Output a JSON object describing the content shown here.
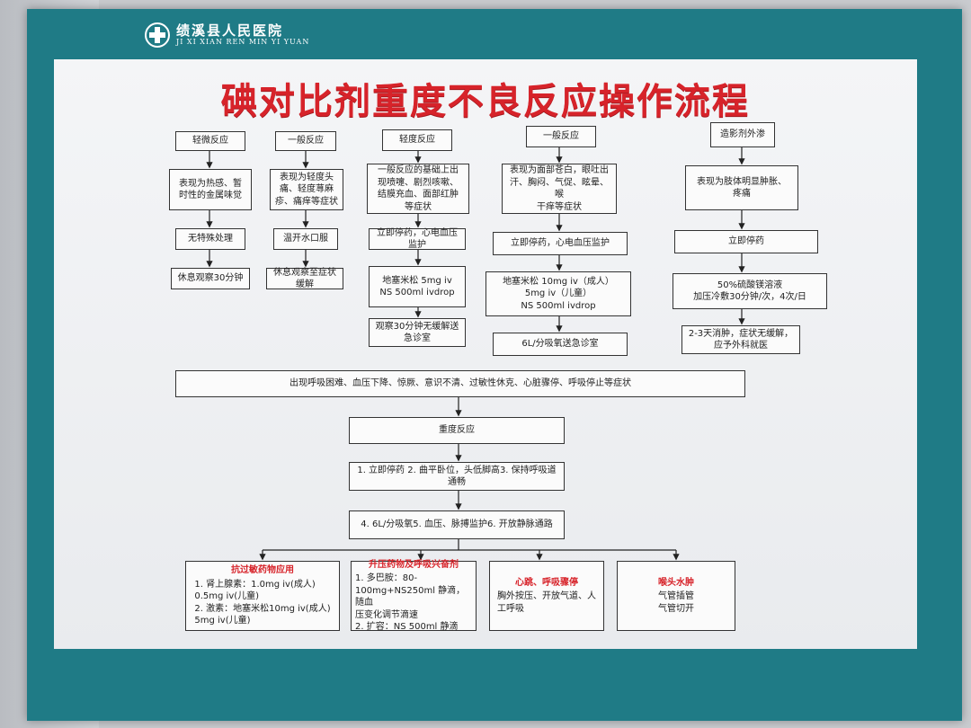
{
  "hospital": {
    "name": "绩溪县人民医院",
    "pinyin": "JI XI XIAN REN MIN YI YUAN"
  },
  "title": "碘对比剂重度不良反应操作流程",
  "colors": {
    "board_teal": "#1f7b86",
    "title_red": "#d7232a"
  },
  "icons": {
    "logo": "hospital-cross-logo-icon"
  },
  "columns": {
    "mild": [
      "轻微反应",
      "表现为热感、暂\n时性的金属味觉",
      "无特殊处理",
      "休息观察30分钟"
    ],
    "general": [
      "一般反应",
      "表现为轻度头\n痛、轻度荨麻\n疹、痛痒等症状",
      "温开水口服",
      "休息观察至症状缓解"
    ],
    "mild2": [
      "轻度反应",
      "一般反应的基础上出\n现喷嚏、剧烈咳嗽、\n结膜充血、面部红肿\n等症状",
      "立即停药，心电血压监护",
      "地塞米松 5mg iv\nNS 500ml ivdrop",
      "观察30分钟无缓解送\n急诊室"
    ],
    "general2": [
      "一般反应",
      "表现为面部苍白，眼吐出\n汗、胸闷、气促、眩晕、喉\n干痒等症状",
      "立即停药，心电血压监护",
      "地塞米松 10mg iv（成人）\n5mg iv（儿童）\nNS 500ml ivdrop",
      "6L/分吸氧送急诊室"
    ],
    "extravasation": [
      "造影剂外渗",
      "表现为肢体明显肿胀、\n疼痛",
      "立即停药",
      "50%硫酸镁溶液\n加压冷敷30分钟/次，4次/日",
      "2-3天消肿，症状无缓解，\n应予外科就医"
    ]
  },
  "severe": {
    "symptoms": "出现呼吸困难、血压下降、惊厥、意识不清、过敏性休克、心脏骤停、呼吸停止等症状",
    "label": "重度反应",
    "step1": "1. 立即停药 2. 曲平卧位，头低脚高3. 保持呼吸道通畅",
    "step2": "4. 6L/分吸氧5. 血压、脉搏监护6. 开放静脉通路"
  },
  "treatments": [
    {
      "title": "抗过敏药物应用",
      "body": "1. 肾上腺素：1.0mg iv(成人)\n0.5mg iv(儿童)\n2. 激素：地塞米松10mg iv(成人)\n5mg iv(儿童)"
    },
    {
      "title": "升压药物及呼吸兴奋剂",
      "body": "1. 多巴胺：80-\n100mg+NS250ml 静滴，随血\n压变化调节滴速\n2. 扩容：NS 500ml 静滴"
    },
    {
      "title": "心跳、呼吸骤停",
      "body": "胸外按压、开放气道、人\n工呼吸"
    },
    {
      "title": "喉头水肿",
      "body": "气管插管\n气管切开"
    }
  ]
}
